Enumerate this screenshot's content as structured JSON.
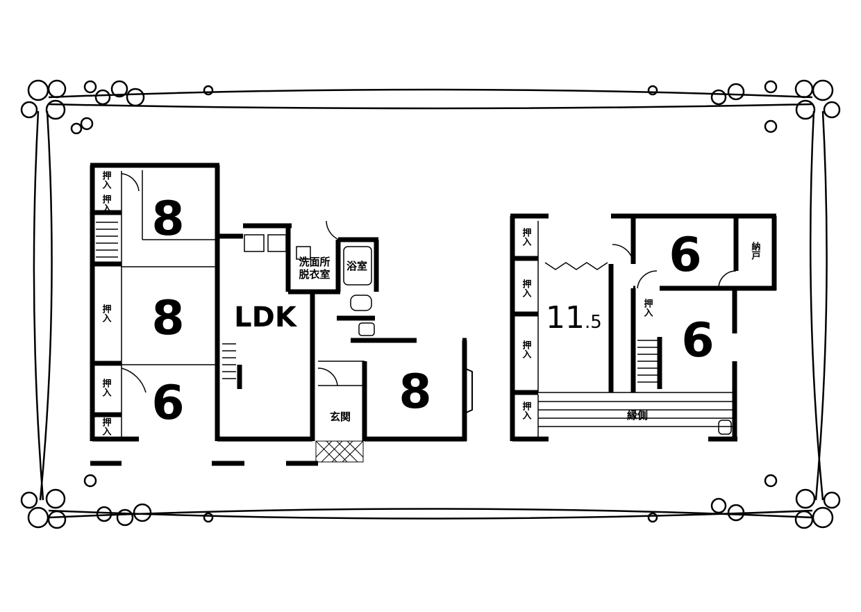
{
  "floor1": {
    "rooms": {
      "washitsu_north": "8",
      "washitsu_middle": "8",
      "washitsu_south": "6",
      "ldk": "LDK",
      "senmen": "洗面所\n脱衣室",
      "yokushitsu": "浴室",
      "genkan": "玄関",
      "room_east": "8"
    },
    "closet": "押入"
  },
  "floor2": {
    "rooms": {
      "main_num": "11",
      "main_frac": ".5",
      "ne_room": "6",
      "nando": "納戸",
      "se_room": "6",
      "engawa": "縁側"
    },
    "closet": "押入"
  },
  "colors": {
    "wall": "#000000",
    "background": "#ffffff"
  }
}
